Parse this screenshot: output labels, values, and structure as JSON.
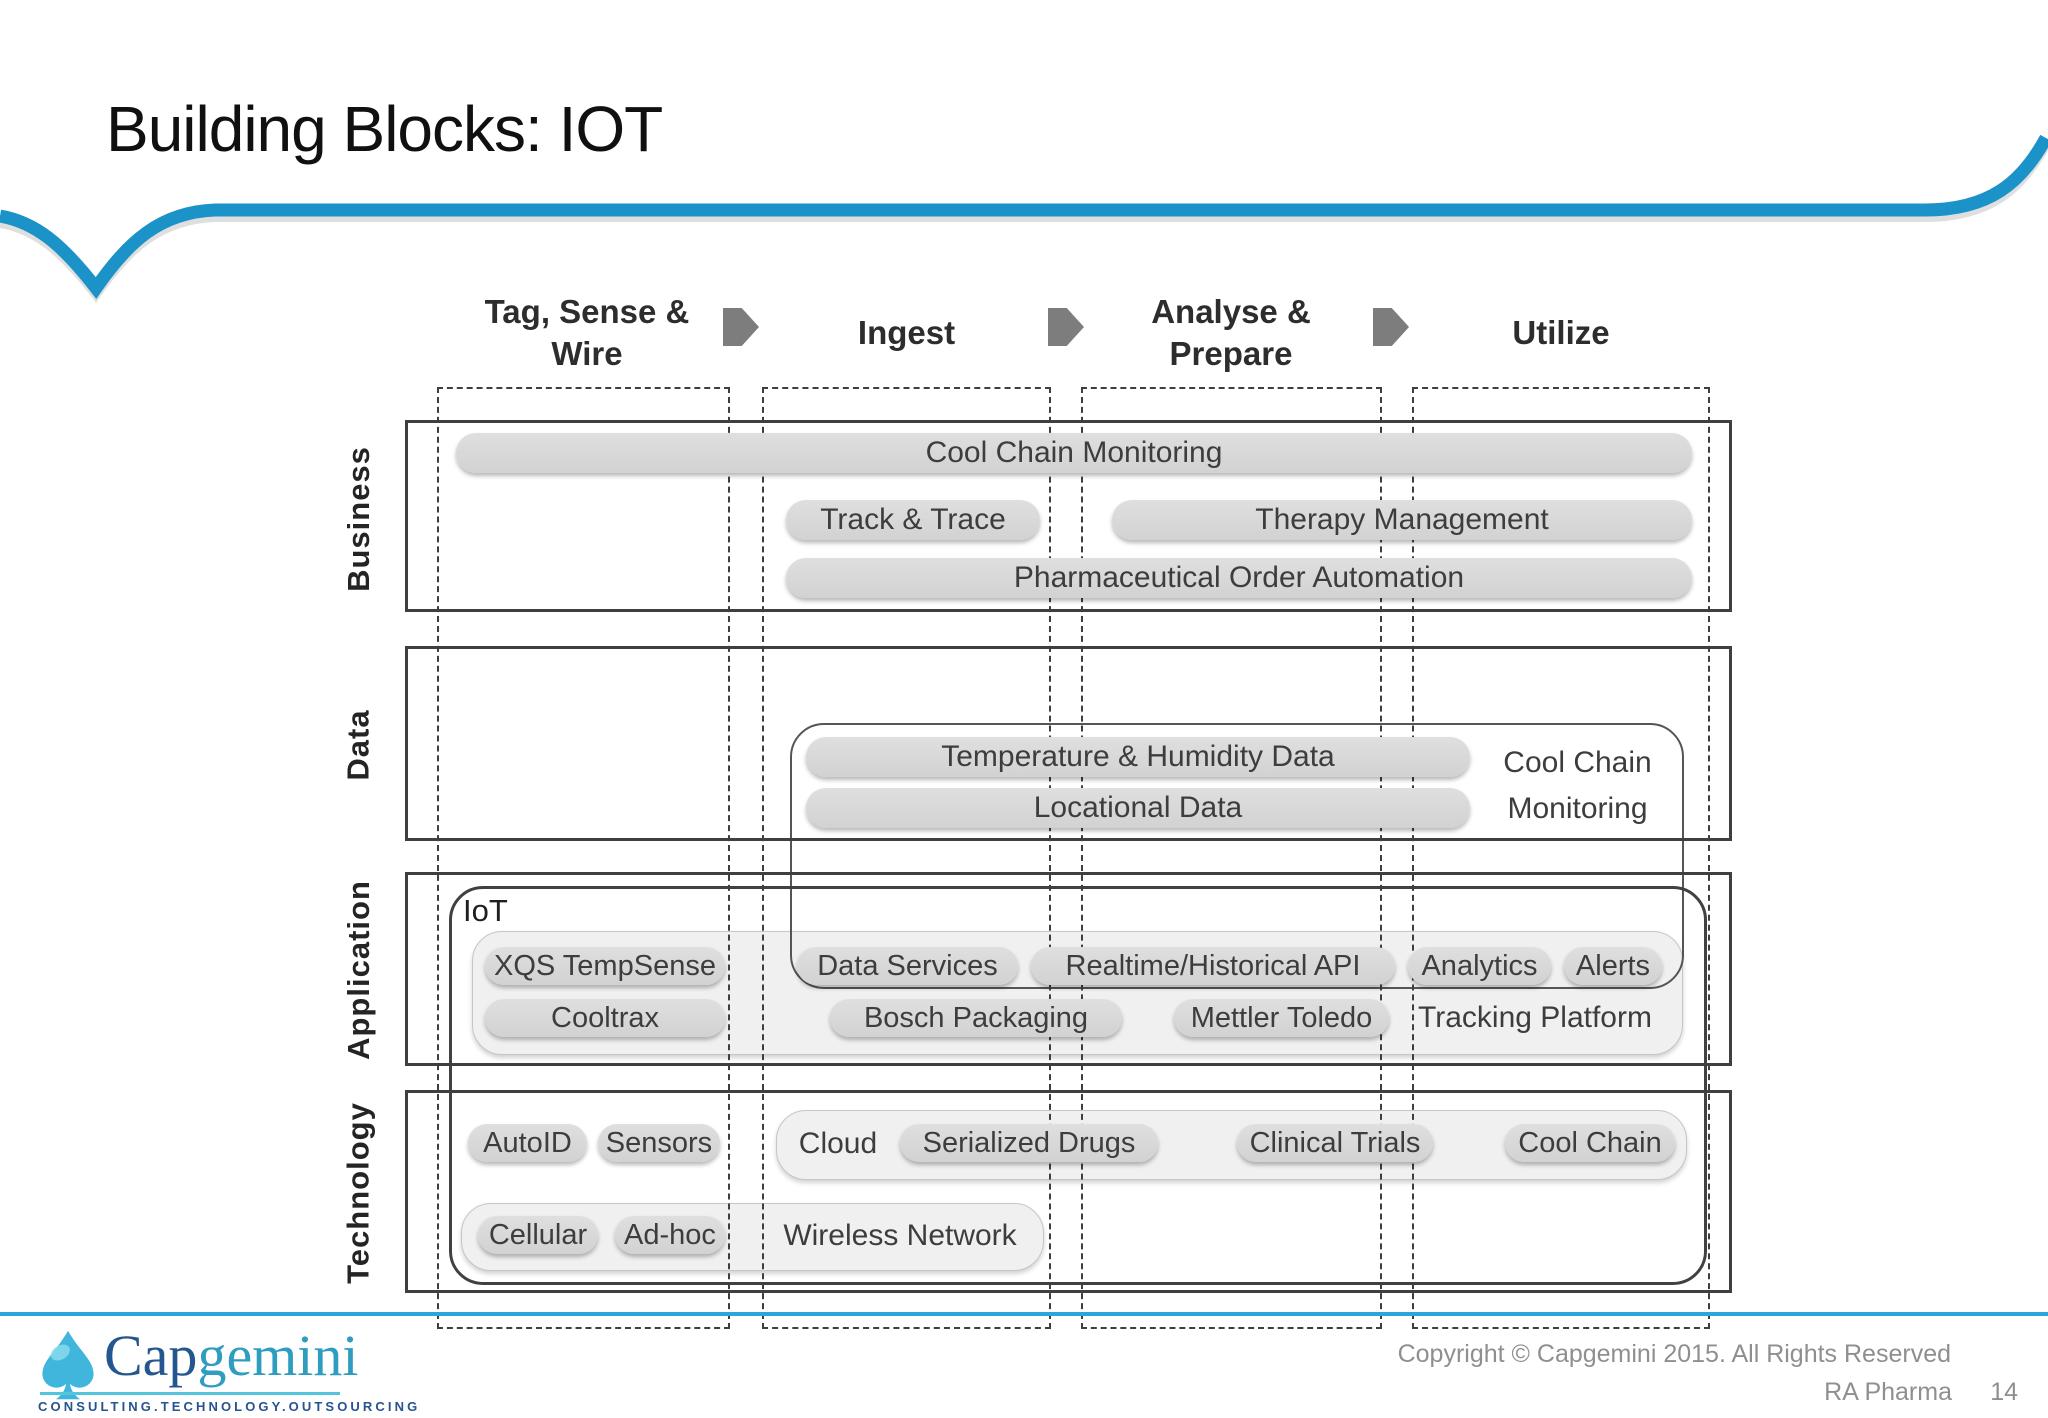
{
  "title": "Building Blocks: IOT",
  "columns": {
    "col1": {
      "line1": "Tag, Sense &",
      "line2": "Wire"
    },
    "col2": {
      "line1": "Ingest"
    },
    "col3": {
      "line1": "Analyse &",
      "line2": "Prepare"
    },
    "col4": {
      "line1": "Utilize"
    }
  },
  "rows": {
    "business": "Business",
    "data": "Data",
    "application": "Application",
    "technology": "Technology"
  },
  "business": {
    "cool_chain_monitoring": "Cool Chain Monitoring",
    "track_trace": "Track & Trace",
    "therapy_management": "Therapy Management",
    "pharma_order_automation": "Pharmaceutical Order Automation"
  },
  "data": {
    "temperature_humidity": "Temperature & Humidity Data",
    "locational": "Locational Data",
    "container_label_line1": "Cool Chain",
    "container_label_line2": "Monitoring"
  },
  "application": {
    "container_label": "IoT",
    "xqs_tempsense": "XQS TempSense",
    "data_services": "Data Services",
    "realtime_api": "Realtime/Historical API",
    "analytics": "Analytics",
    "alerts": "Alerts",
    "cooltrax": "Cooltrax",
    "bosch_packaging": "Bosch Packaging",
    "mettler_toledo": "Mettler Toledo",
    "tracking_platform": "Tracking Platform"
  },
  "technology": {
    "autoid": "AutoID",
    "sensors": "Sensors",
    "cloud_label": "Cloud",
    "serialized_drugs": "Serialized Drugs",
    "clinical_trials": "Clinical Trials",
    "cool_chain": "Cool Chain",
    "cellular": "Cellular",
    "adhoc": "Ad-hoc",
    "wireless_network": "Wireless Network"
  },
  "footer": {
    "logo_part1": "Cap",
    "logo_part2": "gemini",
    "logo_tagline": "CONSULTING.TECHNOLOGY.OUTSOURCING",
    "copyright": "Copyright © Capgemini 2015. All Rights Reserved",
    "doc_label": "RA Pharma",
    "page_number": "14"
  },
  "colors": {
    "swoosh_blue": "#1b93c8",
    "footer_blue": "#2aa6dc",
    "pill_gray": "#d9d9d9",
    "arrow_gray": "#7d7d7d"
  }
}
